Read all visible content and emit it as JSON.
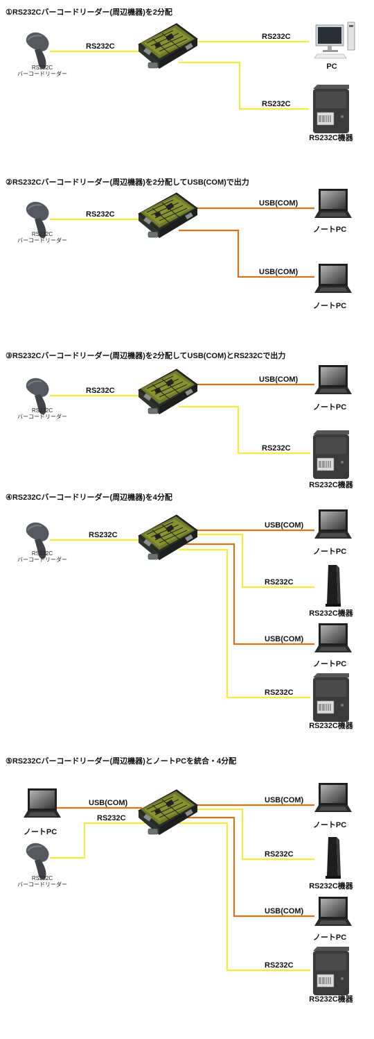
{
  "colors": {
    "rs232c_wire": "#f2ec3a",
    "usb_wire": "#d4741a"
  },
  "icons": {
    "hub": "serial-splitter-board-icon",
    "scanner": "barcode-scanner-icon",
    "pc": "desktop-pc-icon",
    "laptop": "laptop-icon",
    "printer": "label-printer-icon",
    "tower": "tower-device-icon"
  },
  "labels": {
    "rs232c": "RS232C",
    "usb_com": "USB(COM)",
    "pc": "PC",
    "laptop": "ノートPC",
    "rs232c_device": "RS232C機器",
    "scanner_line1": "RS232C",
    "scanner_line2": "バーコードリーダー"
  },
  "sections": [
    {
      "title": "①RS232Cバーコードリーダー(周辺機器)を2分配"
    },
    {
      "title": "②RS232Cバーコードリーダー(周辺機器)を2分配してUSB(COM)で出力"
    },
    {
      "title": "③RS232Cバーコードリーダー(周辺機器)を2分配してUSB(COM)とRS232Cで出力"
    },
    {
      "title": "④RS232Cバーコードリーダー(周辺機器)を4分配"
    },
    {
      "title": "⑤RS232Cバーコードリーダー(周辺機器)とノートPCを統合・4分配"
    }
  ]
}
